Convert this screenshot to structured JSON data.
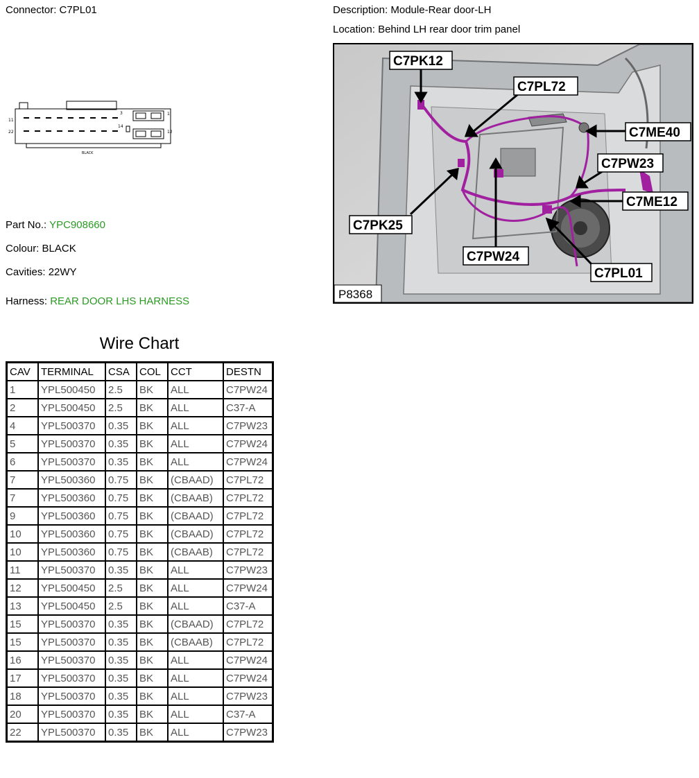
{
  "connector": {
    "label": "Connector:",
    "value": "C7PL01",
    "pin_labels": [
      "3",
      "1",
      "11",
      "14",
      "12",
      "22"
    ],
    "colour_label_small": "BLACK"
  },
  "description": {
    "label": "Description:",
    "value": "Module-Rear door-LH"
  },
  "location": {
    "label": "Location:",
    "value": "Behind LH rear door trim panel"
  },
  "part_no": {
    "label": "Part No.:",
    "value": "YPC908660",
    "color": "#2a9a22"
  },
  "colour": {
    "label": "Colour:",
    "value": "BLACK"
  },
  "cavities": {
    "label": "Cavities:",
    "value": "22WY"
  },
  "harness": {
    "label": "Harness:",
    "value": "REAR DOOR LHS HARNESS",
    "color": "#2a9a22"
  },
  "photo": {
    "ref": "P8368",
    "callouts": [
      "C7PK12",
      "C7PL72",
      "C7ME40",
      "C7PW23",
      "C7ME12",
      "C7PK25",
      "C7PW24",
      "C7PL01"
    ]
  },
  "wire_chart": {
    "title": "Wire Chart",
    "headers": [
      "CAV",
      "TERMINAL",
      "CSA",
      "COL",
      "CCT",
      "DESTN"
    ],
    "rows": [
      [
        "1",
        "YPL500450",
        "2.5",
        "BK",
        "ALL",
        "C7PW24"
      ],
      [
        "2",
        "YPL500450",
        "2.5",
        "BK",
        "ALL",
        "C37-A"
      ],
      [
        "4",
        "YPL500370",
        "0.35",
        "BK",
        "ALL",
        "C7PW23"
      ],
      [
        "5",
        "YPL500370",
        "0.35",
        "BK",
        "ALL",
        "C7PW24"
      ],
      [
        "6",
        "YPL500370",
        "0.35",
        "BK",
        "ALL",
        "C7PW24"
      ],
      [
        "7",
        "YPL500360",
        "0.75",
        "BK",
        "(CBAAD)",
        "C7PL72"
      ],
      [
        "7",
        "YPL500360",
        "0.75",
        "BK",
        "(CBAAB)",
        "C7PL72"
      ],
      [
        "9",
        "YPL500360",
        "0.75",
        "BK",
        "(CBAAD)",
        "C7PL72"
      ],
      [
        "10",
        "YPL500360",
        "0.75",
        "BK",
        "(CBAAD)",
        "C7PL72"
      ],
      [
        "10",
        "YPL500360",
        "0.75",
        "BK",
        "(CBAAB)",
        "C7PL72"
      ],
      [
        "11",
        "YPL500370",
        "0.35",
        "BK",
        "ALL",
        "C7PW23"
      ],
      [
        "12",
        "YPL500450",
        "2.5",
        "BK",
        "ALL",
        "C7PW24"
      ],
      [
        "13",
        "YPL500450",
        "2.5",
        "BK",
        "ALL",
        "C37-A"
      ],
      [
        "15",
        "YPL500370",
        "0.35",
        "BK",
        "(CBAAD)",
        "C7PL72"
      ],
      [
        "15",
        "YPL500370",
        "0.35",
        "BK",
        "(CBAAB)",
        "C7PL72"
      ],
      [
        "16",
        "YPL500370",
        "0.35",
        "BK",
        "ALL",
        "C7PW24"
      ],
      [
        "17",
        "YPL500370",
        "0.35",
        "BK",
        "ALL",
        "C7PW24"
      ],
      [
        "18",
        "YPL500370",
        "0.35",
        "BK",
        "ALL",
        "C7PW23"
      ],
      [
        "20",
        "YPL500370",
        "0.35",
        "BK",
        "ALL",
        "C37-A"
      ],
      [
        "22",
        "YPL500370",
        "0.35",
        "BK",
        "ALL",
        "C7PW23"
      ]
    ]
  }
}
